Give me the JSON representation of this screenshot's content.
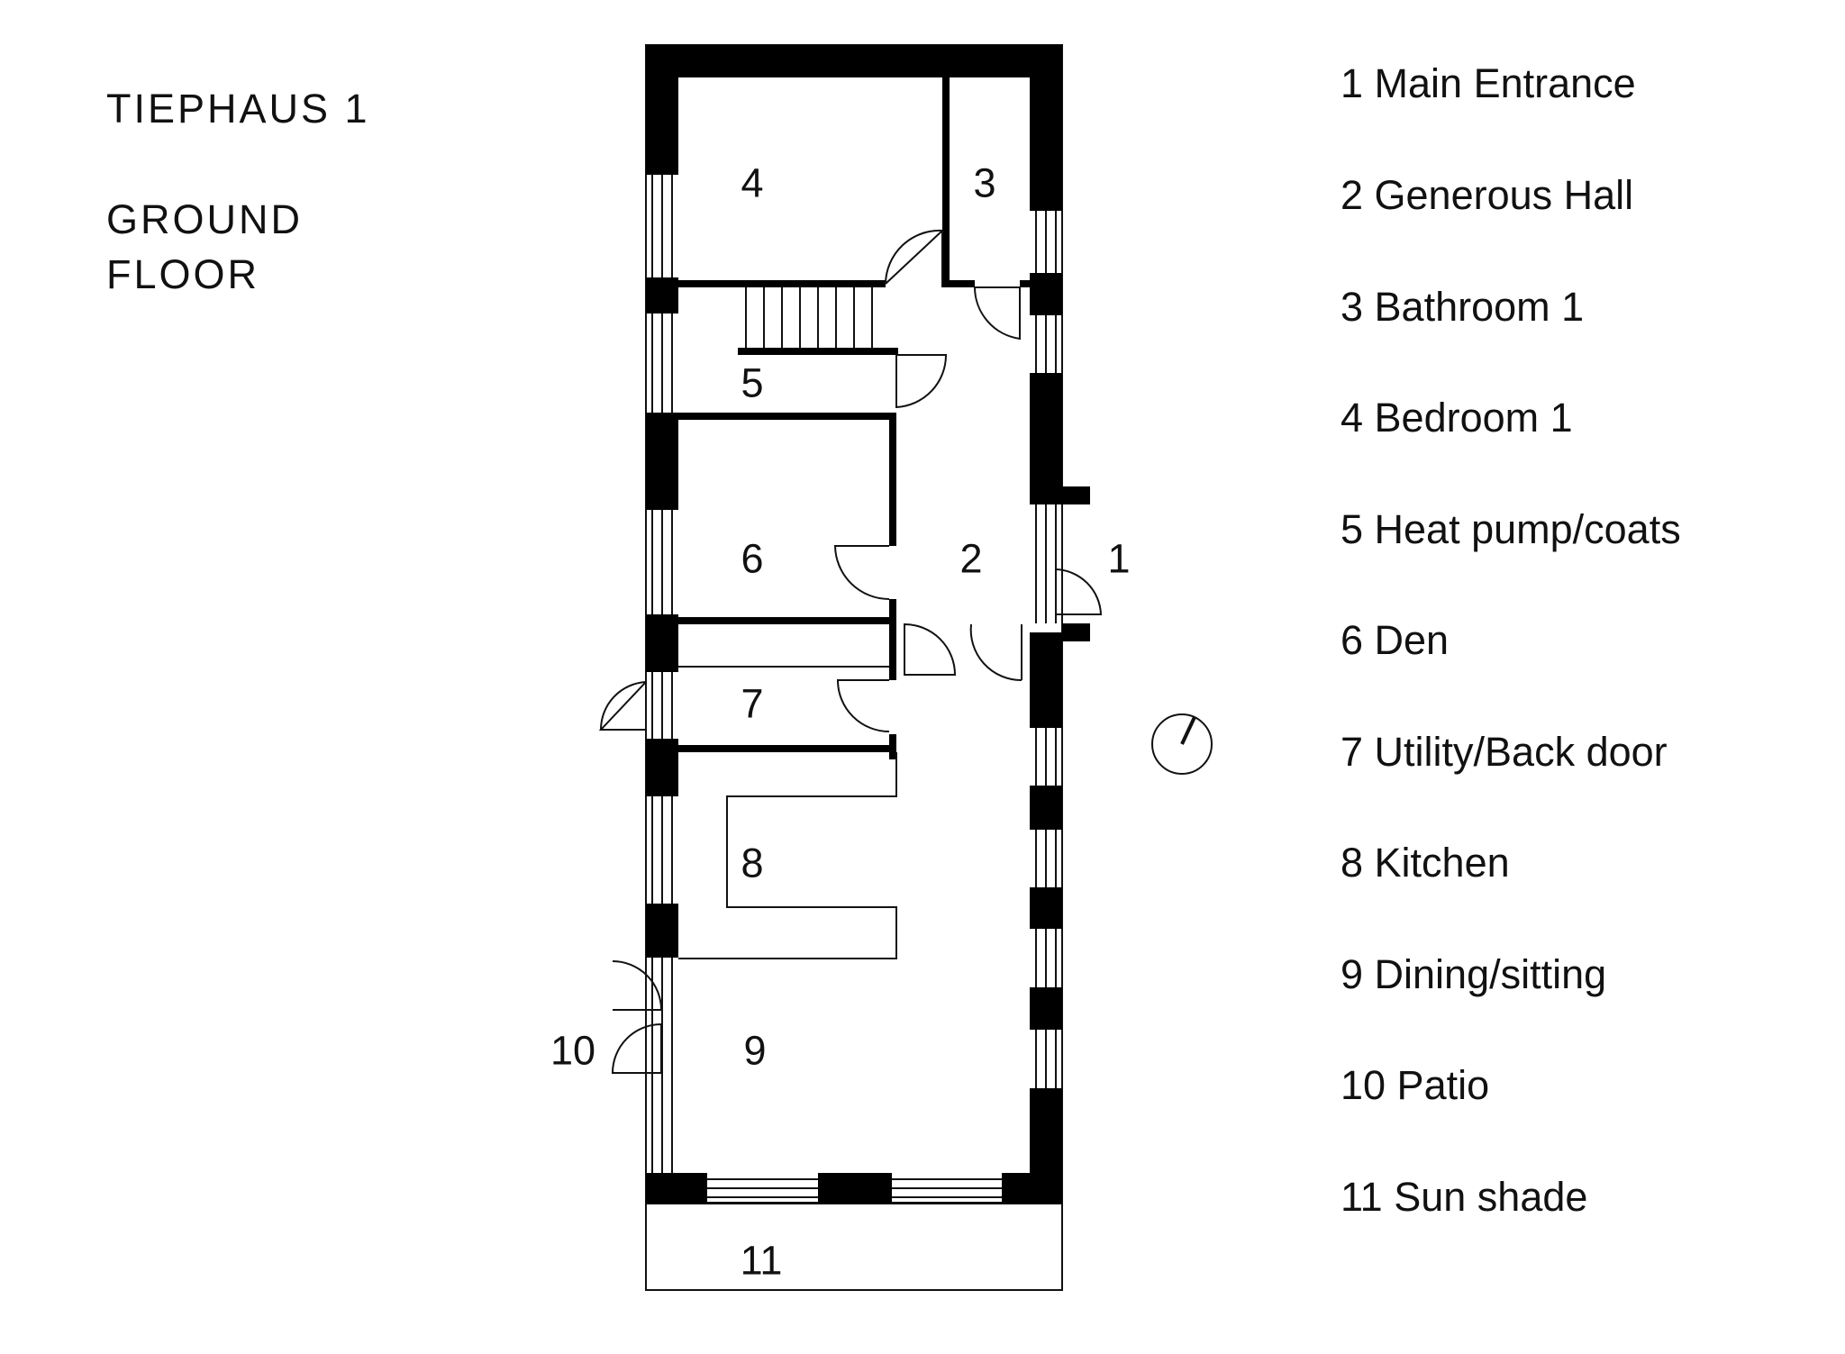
{
  "title": {
    "line1": "TIEPHAUS 1",
    "line2": "GROUND",
    "line3": "FLOOR"
  },
  "legend": [
    {
      "num": "1",
      "text": "1 Main Entrance"
    },
    {
      "num": "2",
      "text": "2 Generous Hall"
    },
    {
      "num": "3",
      "text": "3 Bathroom 1"
    },
    {
      "num": "4",
      "text": "4 Bedroom 1"
    },
    {
      "num": "5",
      "text": "5 Heat pump/coats"
    },
    {
      "num": "6",
      "text": "6 Den"
    },
    {
      "num": "7",
      "text": "7 Utility/Back door"
    },
    {
      "num": "8",
      "text": "8 Kitchen"
    },
    {
      "num": "9",
      "text": "9 Dining/sitting"
    },
    {
      "num": "10",
      "text": "10 Patio"
    },
    {
      "num": "11",
      "text": "11 Sun shade"
    }
  ],
  "colors": {
    "wall": "#000000",
    "line": "#111111",
    "background": "#ffffff"
  },
  "icons": {
    "north": "compass-icon"
  }
}
